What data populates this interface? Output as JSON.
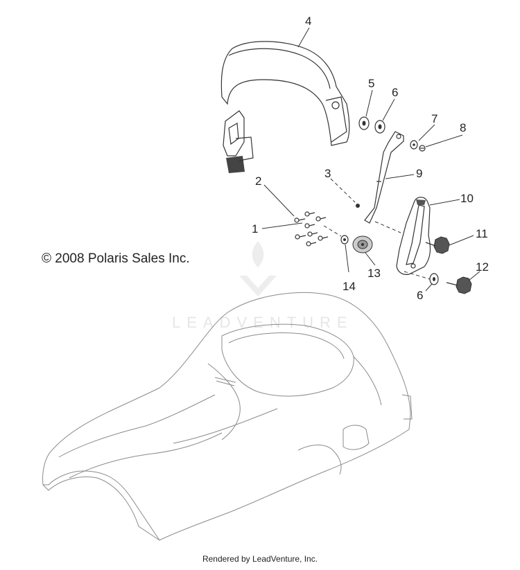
{
  "copyright": "© 2008 Polaris Sales Inc.",
  "watermark": "LEADVENTURE",
  "footer": "Rendered by LeadVenture, Inc.",
  "callouts": {
    "c1": "1",
    "c2": "2",
    "c3": "3",
    "c4": "4",
    "c5": "5",
    "c6a": "6",
    "c6b": "6",
    "c7": "7",
    "c8": "8",
    "c9": "9",
    "c10": "10",
    "c11": "11",
    "c12": "12",
    "c13": "13",
    "c14": "14"
  }
}
